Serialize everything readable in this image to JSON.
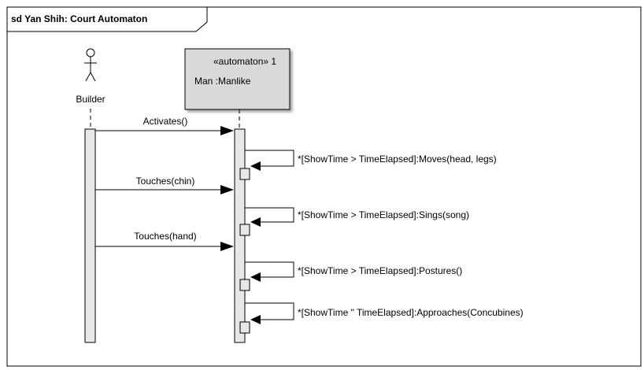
{
  "frame": {
    "title": "sd Yan Shih: Court Automaton"
  },
  "lifelines": [
    {
      "id": "builder",
      "kind": "actor",
      "label": "Builder"
    },
    {
      "id": "automaton",
      "kind": "object",
      "stereotype": "«automaton» 1",
      "label": "Man :Manlike",
      "fill": "#d9d9d9"
    }
  ],
  "messages": [
    {
      "label": "Activates()",
      "from": "builder",
      "to": "automaton"
    },
    {
      "label": "Touches(chin)",
      "from": "builder",
      "to": "automaton"
    },
    {
      "label": "Touches(hand)",
      "from": "builder",
      "to": "automaton"
    }
  ],
  "self_messages": [
    {
      "label": "*[ShowTime > TimeElapsed]:Moves(head, legs)"
    },
    {
      "label": "*[ShowTime > TimeElapsed]:Sings(song)"
    },
    {
      "label": "*[ShowTime > TimeElapsed]:Postures()"
    },
    {
      "label": "*[ShowTime \" TimeElapsed]:Approaches(Concubines)"
    }
  ],
  "colors": {
    "line": "#000000",
    "activation_fill": "#e8e8e8",
    "object_fill": "#d9d9d9",
    "actor_head_fill": "#ffffff"
  }
}
